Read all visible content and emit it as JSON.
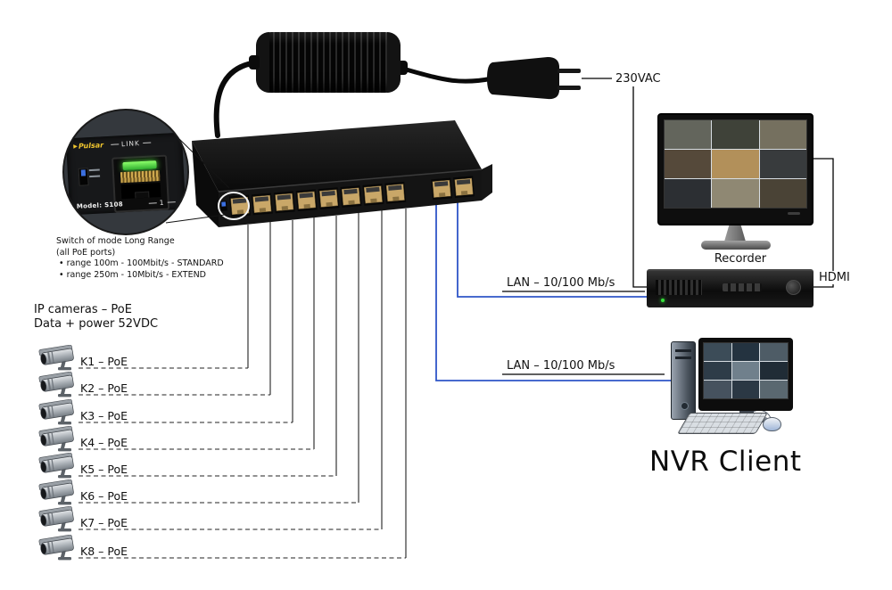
{
  "power": {
    "voltage_label": "230VAC"
  },
  "switch_note": {
    "line1": "Switch of mode Long Range",
    "line2": "(all PoE ports)",
    "line3": "• range 100m - 100Mbit/s - STANDARD",
    "line4": "• range 250m - 10Mbit/s - EXTEND"
  },
  "cameras": {
    "title_line1": "IP cameras – PoE",
    "title_line2": "Data + power 52VDC",
    "items": [
      {
        "label": "K1 – PoE"
      },
      {
        "label": "K2 – PoE"
      },
      {
        "label": "K3 – PoE"
      },
      {
        "label": "K4 – PoE"
      },
      {
        "label": "K5 – PoE"
      },
      {
        "label": "K6 – PoE"
      },
      {
        "label": "K7 – PoE"
      },
      {
        "label": "K8 – PoE"
      }
    ]
  },
  "callout": {
    "brand_icon": "▶",
    "brand": "Pulsar",
    "link_label": "LINK",
    "model": "Model: S108",
    "port_number": "1"
  },
  "recorder": {
    "label": "Recorder",
    "hdmi_label": "HDMI",
    "lan_label": "LAN – 10/100 Mb/s"
  },
  "nvr_client": {
    "label": "NVR Client",
    "lan_label": "LAN – 10/100 Mb/s"
  },
  "colors": {
    "lan_wire": "#2f55c8",
    "wire": "#000000",
    "led_green": "#52e23e",
    "toggle_blue": "#3b6fe0"
  }
}
